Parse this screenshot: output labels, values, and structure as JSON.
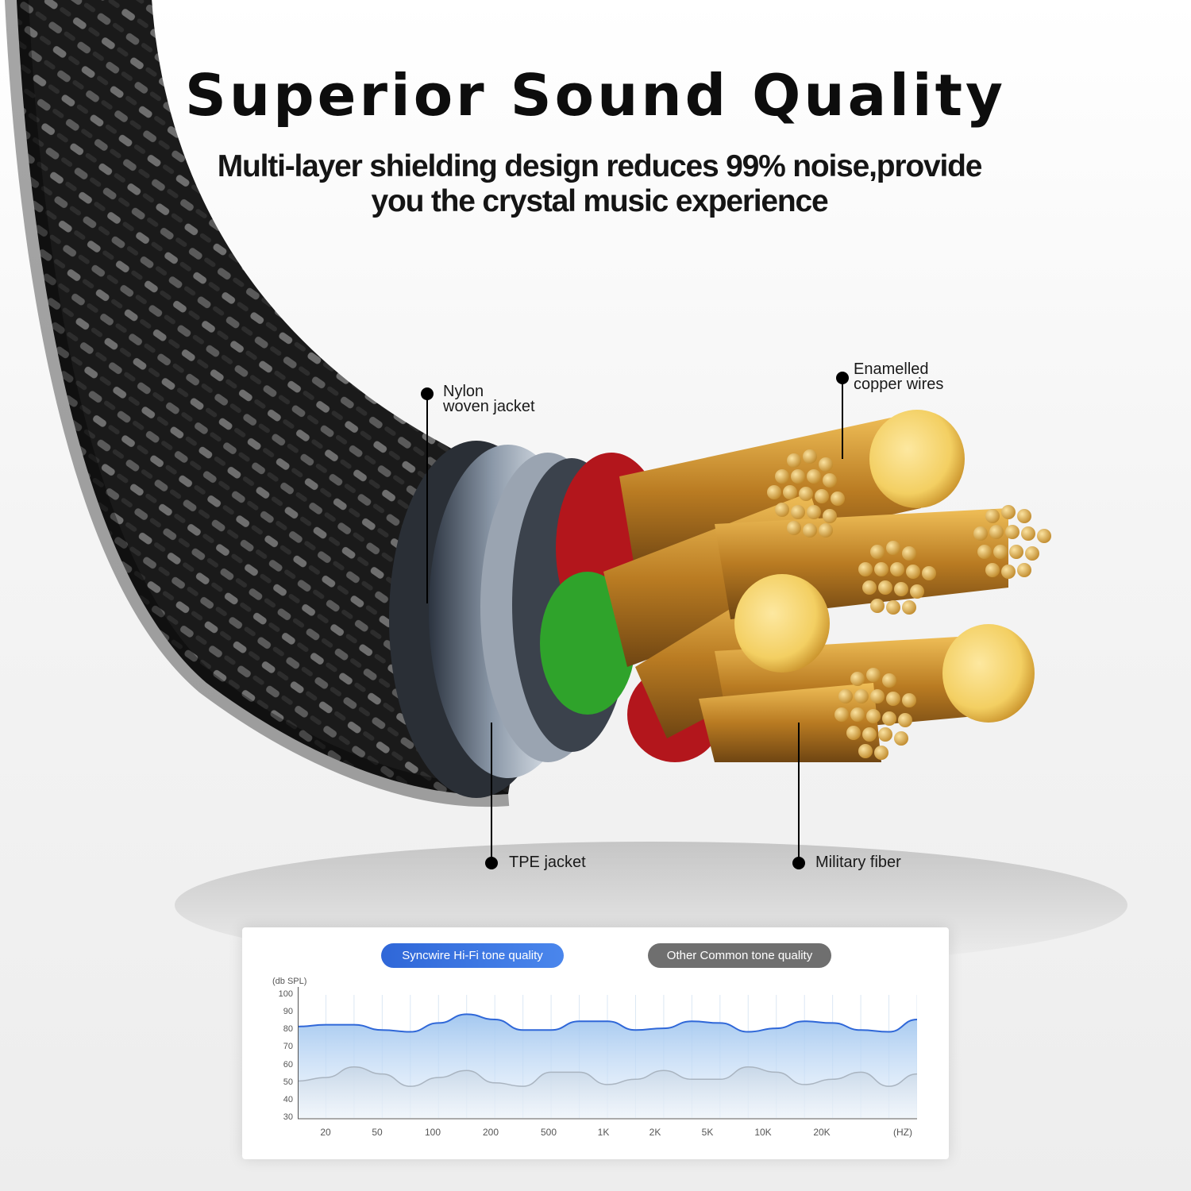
{
  "header": {
    "title": "Superior Sound Quality",
    "subtitle": "Multi-layer shielding design reduces 99% noise,provide you the crystal music experience"
  },
  "callouts": {
    "nylon": "Nylon\nwoven jacket",
    "copper": "Enamelled\ncopper wires",
    "tpe": "TPE jacket",
    "fiber": "Military fiber"
  },
  "colors": {
    "cable_black": "#1b1b1b",
    "copper": "#d8a23a",
    "copper_face": "#f6d874",
    "insulation_red": "#b3161c",
    "insulation_green": "#2fa32b",
    "accent_blue": "#2f67d8",
    "series_gray": "#6f6f6f"
  },
  "chart_legend": {
    "syncwire": "Syncwire Hi-Fi tone quality",
    "other": "Other Common tone quality"
  },
  "chart_data": {
    "type": "area",
    "title": "",
    "ylabel": "(db SPL)",
    "xlabel": "(HZ)",
    "ylim": [
      30,
      100
    ],
    "y_ticks": [
      "100",
      "90",
      "80",
      "70",
      "60",
      "50",
      "40",
      "30"
    ],
    "categories": [
      "20",
      "50",
      "100",
      "200",
      "500",
      "1K",
      "2K",
      "5K",
      "10K",
      "20K"
    ],
    "series": [
      {
        "name": "Syncwire Hi-Fi tone quality",
        "x": [
          0,
          0.5,
          1,
          1.5,
          2,
          2.5,
          3,
          3.5,
          4,
          4.5,
          5,
          5.5,
          6,
          6.5,
          7,
          7.5,
          8,
          8.5,
          9,
          9.5,
          10,
          10.5,
          11
        ],
        "values": [
          82,
          83,
          83,
          80,
          79,
          84,
          89,
          86,
          80,
          80,
          85,
          85,
          80,
          81,
          85,
          84,
          79,
          81,
          85,
          84,
          80,
          79,
          86
        ]
      },
      {
        "name": "Other Common tone quality",
        "x": [
          0,
          0.5,
          1,
          1.5,
          2,
          2.5,
          3,
          3.5,
          4,
          4.5,
          5,
          5.5,
          6,
          6.5,
          7,
          7.5,
          8,
          8.5,
          9,
          9.5,
          10,
          10.5,
          11
        ],
        "values": [
          51,
          53,
          59,
          55,
          48,
          53,
          57,
          50,
          48,
          56,
          56,
          49,
          52,
          57,
          52,
          52,
          59,
          56,
          49,
          52,
          56,
          48,
          55
        ]
      }
    ],
    "grid": true,
    "legend": "top"
  }
}
